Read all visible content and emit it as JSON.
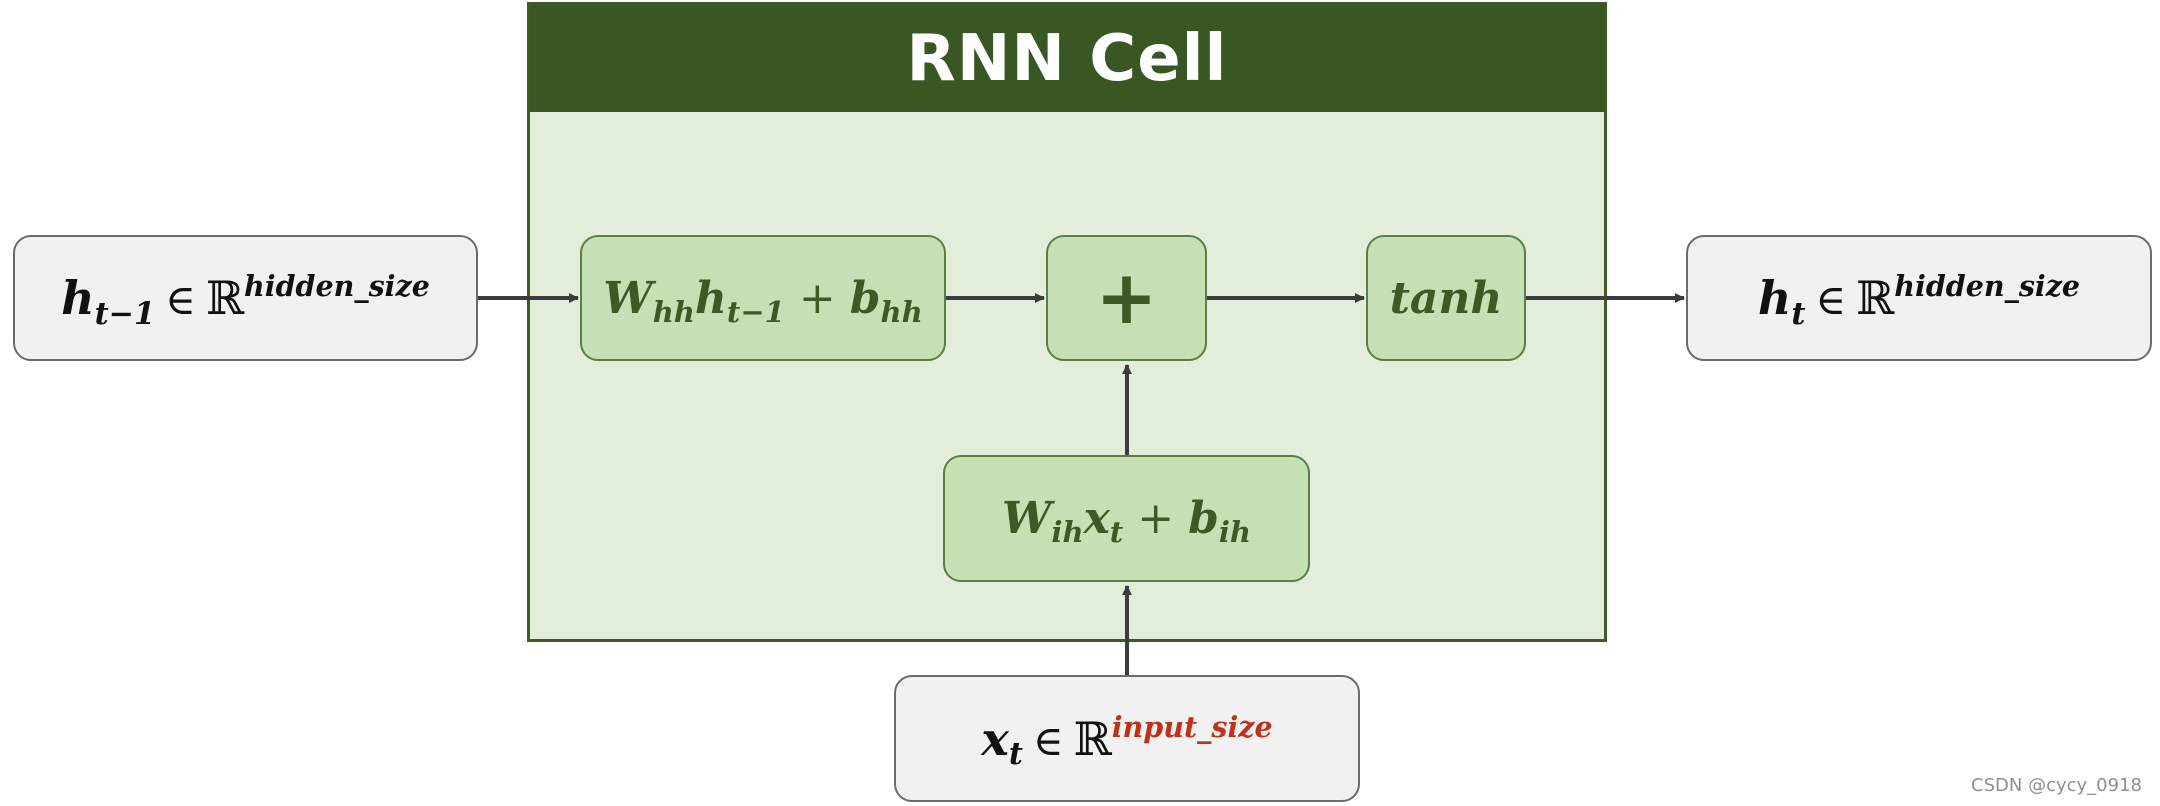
{
  "cell": {
    "title": "RNN Cell"
  },
  "inputs": {
    "prev_hidden": {
      "var": "h",
      "sub": "t−1",
      "rel": "∈",
      "space": "ℝ",
      "sup": "hidden_size"
    },
    "input": {
      "var": "x",
      "sub": "t",
      "rel": "∈",
      "space": "ℝ",
      "sup": "input_size"
    }
  },
  "output": {
    "var": "h",
    "sub": "t",
    "rel": "∈",
    "space": "ℝ",
    "sup": "hidden_size"
  },
  "ops": {
    "hidden_linear": {
      "w": "W",
      "w_sub": "hh",
      "v": "h",
      "v_sub": "t−1",
      "plus": "+",
      "b": "b",
      "b_sub": "hh"
    },
    "input_linear": {
      "w": "W",
      "w_sub": "ih",
      "v": "x",
      "v_sub": "t",
      "plus": "+",
      "b": "b",
      "b_sub": "ih"
    },
    "sum": {
      "symbol": "+"
    },
    "activation": {
      "label": "tanh"
    }
  },
  "colors": {
    "header": "#385723",
    "cell_fill": "#e2eed9",
    "op_fill": "#c5e0b4",
    "op_text": "#3c5a25",
    "io_fill": "#f1f1f1",
    "highlight": "#c0311a"
  },
  "watermark": "CSDN @cycy_0918"
}
